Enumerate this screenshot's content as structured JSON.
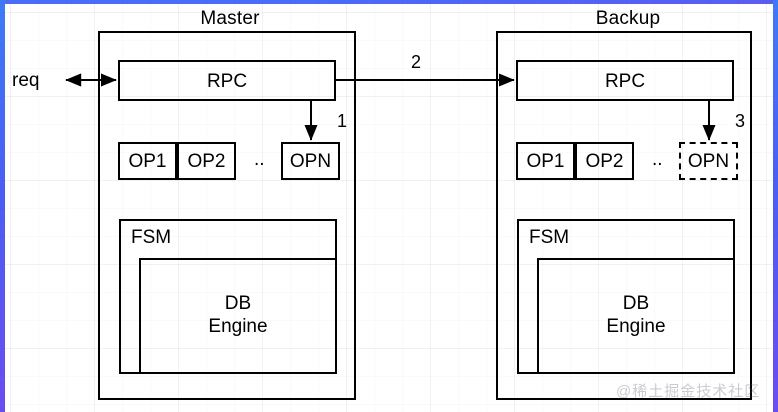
{
  "diagram": {
    "title_master": "Master",
    "title_backup": "Backup",
    "external_label": "req",
    "replication_label": "2",
    "master": {
      "rpc_label": "RPC",
      "apply_arrow_label": "1",
      "ops": [
        "OP1",
        "OP2"
      ],
      "ops_ellipsis": "..",
      "op_last": "OPN",
      "fsm_label": "FSM",
      "db_label_line1": "DB",
      "db_label_line2": "Engine"
    },
    "backup": {
      "rpc_label": "RPC",
      "apply_arrow_label": "3",
      "ops": [
        "OP1",
        "OP2"
      ],
      "ops_ellipsis": "..",
      "op_last": "OPN",
      "fsm_label": "FSM",
      "db_label_line1": "DB",
      "db_label_line2": "Engine"
    },
    "watermark": "@稀土掘金技术社区",
    "colors": {
      "stroke": "#000000",
      "background": "#ffffff",
      "frame_accent": "#4a5ff3"
    }
  }
}
